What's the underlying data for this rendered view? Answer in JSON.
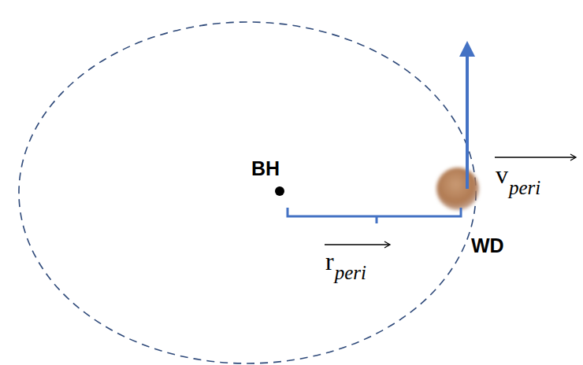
{
  "diagram": {
    "labels": [
      "BH",
      "WD",
      "v",
      "peri",
      "r",
      "peri"
    ]
  }
}
